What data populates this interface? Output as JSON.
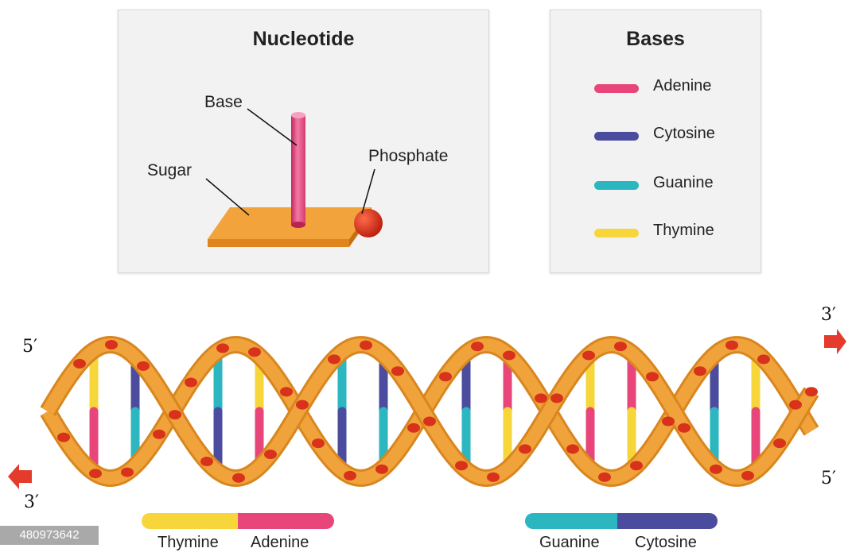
{
  "nucleotide": {
    "title": "Nucleotide",
    "labels": {
      "base": "Base",
      "sugar": "Sugar",
      "phosphate": "Phosphate"
    }
  },
  "bases": {
    "title": "Bases",
    "items": [
      {
        "label": "Adenine",
        "color": "#e8457a"
      },
      {
        "label": "Cytosine",
        "color": "#4b4c9e"
      },
      {
        "label": "Guanine",
        "color": "#2cb6c0"
      },
      {
        "label": "Thymine",
        "color": "#f6d63a"
      }
    ]
  },
  "helix": {
    "left_top_label": "5′",
    "left_bottom_label": "3′",
    "right_top_label": "3′",
    "right_bottom_label": "5′",
    "strand_color": "#f0a33a",
    "arrow_color": "#e53b2c"
  },
  "pairs": [
    {
      "left": "Thymine",
      "right": "Adenine",
      "left_color": "#f6d63a",
      "right_color": "#e8457a"
    },
    {
      "left": "Guanine",
      "right": "Cytosine",
      "left_color": "#2cb6c0",
      "right_color": "#4b4c9e"
    }
  ],
  "stock_id": "480973642"
}
